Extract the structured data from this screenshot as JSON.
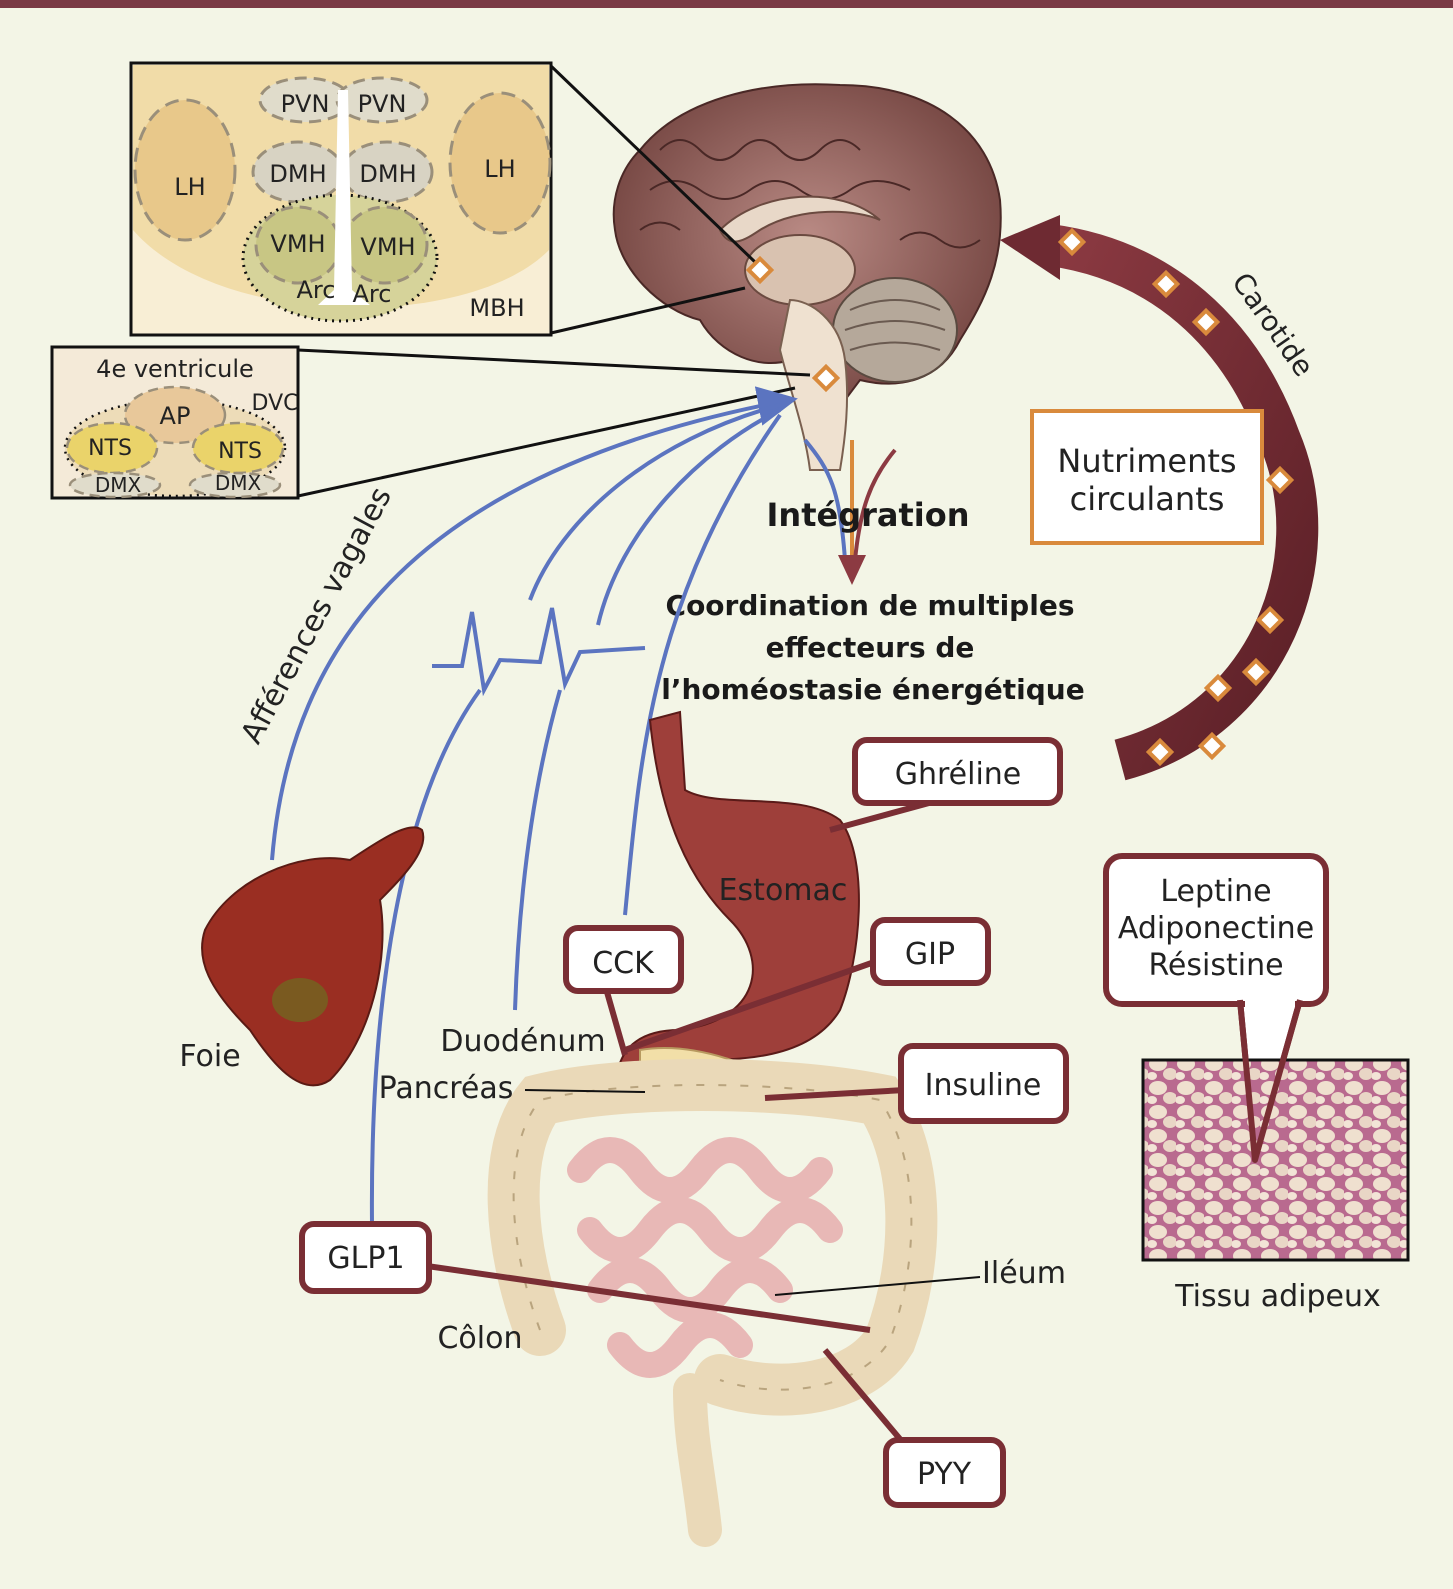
{
  "colors": {
    "background": "#f3f5e6",
    "frame_top": "#7a3a45",
    "vagal_blue": "#5b74c0",
    "callout_red": "#7a2e34",
    "orange": "#d98a3c",
    "hypothalamus_bg": "#f1dca8",
    "brainstem_bg": "#f4ead8"
  },
  "hypothalamus_inset": {
    "pvn_left": "PVN",
    "pvn_right": "PVN",
    "dmh_left": "DMH",
    "dmh_right": "DMH",
    "lh_left": "LH",
    "lh_right": "LH",
    "vmh_left": "VMH",
    "vmh_right": "VMH",
    "arc_left": "Arc",
    "arc_right": "Arc",
    "mbh": "MBH"
  },
  "brainstem_inset": {
    "title": "4e ventricule",
    "dvc": "DVC",
    "ap": "AP",
    "nts_left": "NTS",
    "nts_right": "NTS",
    "dmx_left": "DMX",
    "dmx_right": "DMX"
  },
  "center": {
    "integration": "Intégration",
    "coord_line1": "Coordination de multiples",
    "coord_line2": "effecteurs de",
    "coord_line3": "l’homéostasie énergétique"
  },
  "vagal": "Afférences vagales",
  "carotid": "Carotide",
  "nutrients": {
    "line1": "Nutriments",
    "line2": "circulants"
  },
  "organs": {
    "liver": "Foie",
    "stomach": "Estomac",
    "duodenum": "Duodénum",
    "pancreas": "Pancréas",
    "colon": "Côlon",
    "ileum": "Iléum",
    "adipose": "Tissu adipeux"
  },
  "hormones": {
    "ghrelin": "Ghréline",
    "cck": "CCK",
    "gip": "GIP",
    "insulin": "Insuline",
    "glp1": "GLP1",
    "pyy": "PYY"
  },
  "adipokines": {
    "line1": "Leptine",
    "line2": "Adiponectine",
    "line3": "Résistine"
  }
}
